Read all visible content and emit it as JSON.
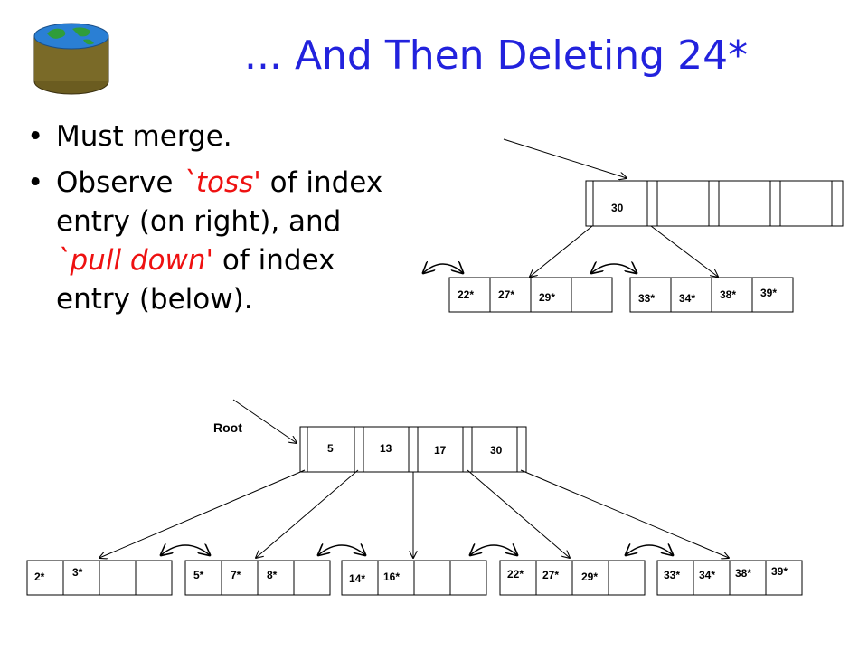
{
  "title": "... And Then Deleting 24*",
  "bullets": {
    "b1": "Must merge.",
    "b2_pre": "Observe ",
    "b2_toss": "`toss'",
    "b2_mid": " of index entry (on right), and ",
    "b2_pull": "`pull down'",
    "b2_post": " of index entry (below)."
  },
  "upper_tree": {
    "root_key": "30",
    "leaf_left": [
      "22*",
      "27*",
      "29*"
    ],
    "leaf_right": [
      "33*",
      "34*",
      "38*",
      "39*"
    ]
  },
  "lower_tree": {
    "root_label": "Root",
    "root_keys": [
      "5",
      "13",
      "17",
      "30"
    ],
    "leaves": [
      [
        "2*",
        "3*"
      ],
      [
        "5*",
        "7*",
        "8*"
      ],
      [
        "14*",
        "16*"
      ],
      [
        "22*",
        "27*",
        "29*"
      ],
      [
        "33*",
        "34*",
        "38*",
        "39*"
      ]
    ]
  },
  "colors": {
    "title": "#2222dd",
    "emphasis": "#ee1111",
    "globe_top": "#2a7fd4",
    "cylinder": "#7a6a28"
  }
}
